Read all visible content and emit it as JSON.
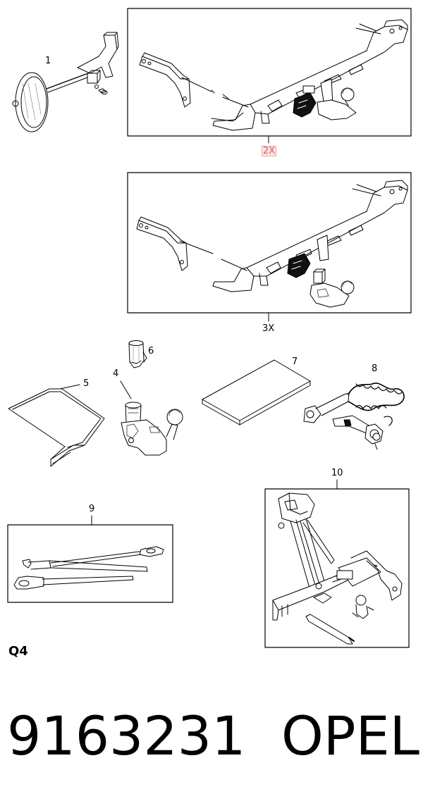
{
  "callouts": {
    "item1": "1",
    "qty_2x": "2X",
    "qty_3x": "3X",
    "item4": "4",
    "item5": "5",
    "item6": "6",
    "item7": "7",
    "item8": "8",
    "item9": "9",
    "item10": "10"
  },
  "section_code": "Q4",
  "footer": {
    "part_number": "9163231",
    "brand": "OPEL"
  },
  "colors": {
    "line": "#000000",
    "highlight_text": "#c86464",
    "highlight_bg": "#fde3e3"
  }
}
